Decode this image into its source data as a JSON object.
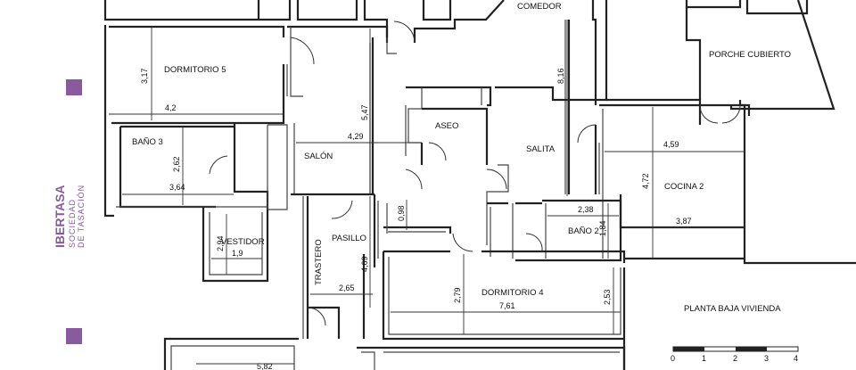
{
  "brand": {
    "name": "IBERTASA",
    "tagline_1": "SOCIEDAD",
    "tagline_2": "DE TASACIÓN",
    "color": "#8a5a9e"
  },
  "plan_title": "PLANTA BAJA VIVIENDA",
  "scale_bar": {
    "ticks": [
      "0",
      "1",
      "2",
      "3",
      "4"
    ]
  },
  "rooms": {
    "comedor": "COMEDOR",
    "dormitorio5": "DORMITORIO 5",
    "porche": "PORCHE CUBIERTO",
    "aseo": "ASEO",
    "bano3": "BAÑO 3",
    "salon": "SALÓN",
    "salita": "SALITA",
    "cocina2": "COCINA 2",
    "vestidor": "VESTIDOR",
    "pasillo": "PASILLO",
    "bano2": "BAÑO 2",
    "trastero": "TRASTERO",
    "dormitorio4": "DORMITORIO 4"
  },
  "dims": {
    "d317": "3,17",
    "d42": "4,2",
    "d547": "5,47",
    "d816": "8,16",
    "d429": "4,29",
    "d262": "2,62",
    "d364": "3,64",
    "d459": "4,59",
    "d472": "4,72",
    "d387": "3,87",
    "d238": "2,38",
    "d184": "1,84",
    "d098": "0,98",
    "d294": "2,94",
    "d19": "1,9",
    "d469": "4,69",
    "d265": "2,65",
    "d279": "2,79",
    "d761": "7,61",
    "d253": "2,53",
    "d582": "5,82"
  }
}
